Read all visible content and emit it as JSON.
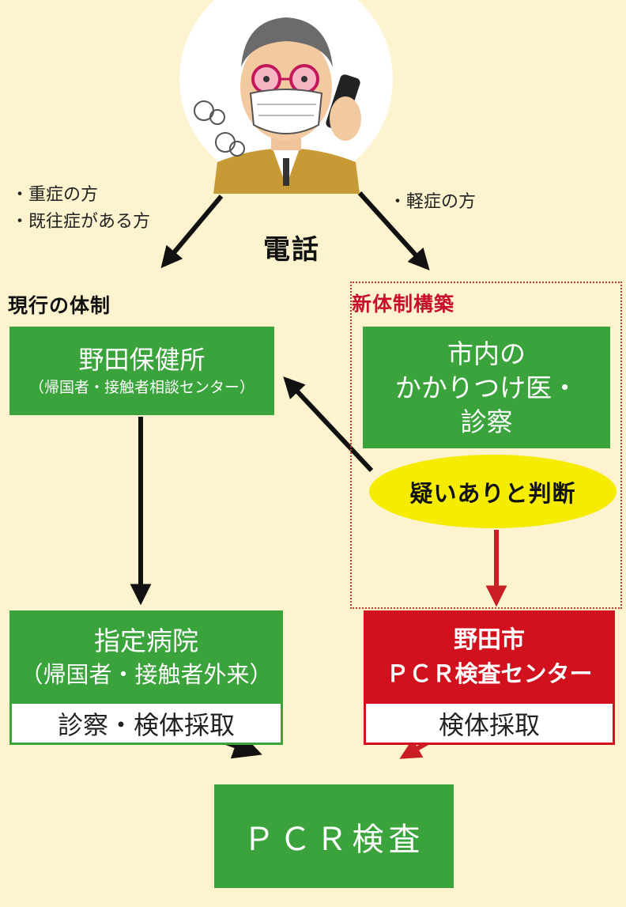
{
  "phone": {
    "caption": "電話",
    "left_notes": [
      "・重症の方",
      "・既往症がある方"
    ],
    "right_notes": [
      "・軽症の方"
    ]
  },
  "current_system": {
    "label": "現行の体制",
    "health_center": {
      "title": "野田保健所",
      "subtitle": "（帰国者・接触者相談センター）"
    },
    "designated_hospital": {
      "title": "指定病院",
      "subtitle": "（帰国者・接触者外来）",
      "tasks": "診察・検体採取"
    }
  },
  "new_system": {
    "label": "新体制構築",
    "clinic": [
      "市内の",
      "かかりつけ医・",
      "診察"
    ],
    "judgement": "疑いありと判断",
    "pcr_center": {
      "lines": [
        "野田市",
        "ＰＣＲ検査センター"
      ],
      "tasks": "検体採取"
    }
  },
  "pcr_test": {
    "label": "ＰＣＲ検査"
  },
  "colors": {
    "background": "#fdf4cf",
    "green": "#3aa33c",
    "red": "#d1121e",
    "yellow": "#f5ec00",
    "arrow_black": "#111111",
    "arrow_red": "#c81e24",
    "new_label": "#c8102e"
  },
  "icons": [
    "patient-on-phone-illustration"
  ]
}
